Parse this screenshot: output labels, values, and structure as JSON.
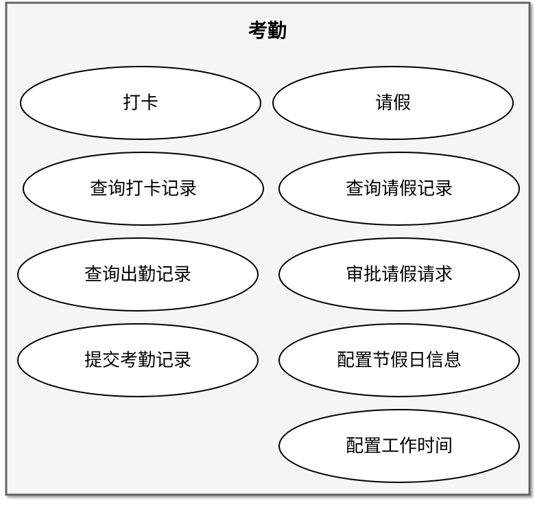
{
  "diagram": {
    "title": "考勤",
    "colors": {
      "boundary_fill": "#f5f5f5",
      "boundary_stroke": "#666666",
      "ellipse_fill": "#ffffff",
      "ellipse_stroke": "#000000",
      "text": "#000000"
    },
    "use_cases": [
      {
        "id": "clock-in",
        "label": "打卡"
      },
      {
        "id": "leave",
        "label": "请假"
      },
      {
        "id": "query-clock-records",
        "label": "查询打卡记录"
      },
      {
        "id": "query-leave-records",
        "label": "查询请假记录"
      },
      {
        "id": "query-attendance-records",
        "label": "查询出勤记录"
      },
      {
        "id": "approve-leave-requests",
        "label": "审批请假请求"
      },
      {
        "id": "submit-attendance-records",
        "label": "提交考勤记录"
      },
      {
        "id": "configure-holidays",
        "label": "配置节假日信息"
      },
      {
        "id": "configure-work-time",
        "label": "配置工作时间"
      }
    ]
  }
}
